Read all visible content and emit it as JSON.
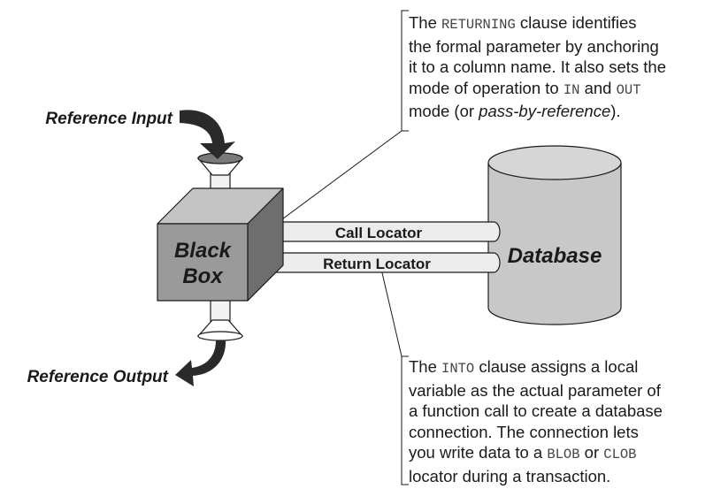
{
  "black_box": {
    "line1": "Black",
    "line2": "Box"
  },
  "database": {
    "label": "Database"
  },
  "pipes": {
    "call_locator": "Call Locator",
    "return_locator": "Return Locator"
  },
  "reference": {
    "input": "Reference Input",
    "output": "Reference Output"
  },
  "note_top": {
    "l1_a": "The ",
    "l1_code": "RETURNING",
    "l1_b": " clause identifies",
    "l2": "the formal parameter by anchoring",
    "l3": "it to a column name. It also sets the",
    "l4_a": "mode of operation to ",
    "l4_code1": "IN",
    "l4_b": " and ",
    "l4_code2": "OUT",
    "l5_a": "mode (or ",
    "l5_em": "pass-by-reference",
    "l5_b": ")."
  },
  "note_bottom": {
    "l1_a": "The ",
    "l1_code": "INTO",
    "l1_b": " clause assigns a local",
    "l2": "variable as the actual parameter of",
    "l3": "a function call to create a database",
    "l4": "connection. The connection lets",
    "l5_a": "you write data to a ",
    "l5_code1": "BLOB",
    "l5_b": " or ",
    "l5_code2": "CLOB",
    "l6": "locator during a transaction."
  },
  "colors": {
    "box_front": "#9a9a9a",
    "box_top": "#c4c4c4",
    "box_side": "#6e6e6e",
    "db_fill": "#c8c8c8",
    "pipe_fill": "#ececec",
    "arrow": "#2a2a2a",
    "outline": "#1a1a1a"
  }
}
